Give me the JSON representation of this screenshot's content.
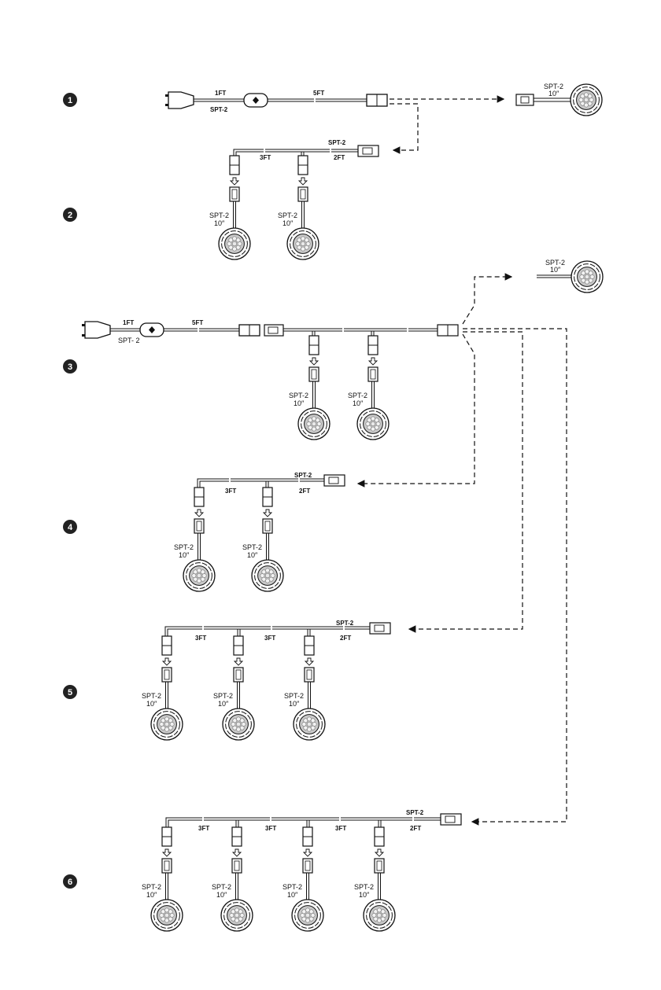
{
  "labels": {
    "spt": "SPT-2",
    "spt_alt": "SPT- 2",
    "len_1ft": "1FT",
    "len_5ft": "5FT",
    "len_3ft": "3FT",
    "len_2ft": "2FT",
    "len_10in": "10″"
  },
  "steps": [
    "1",
    "2",
    "3",
    "4",
    "5",
    "6"
  ],
  "colors": {
    "line": "#111111",
    "light_inner": "#bdbdbd",
    "badge": "#222222"
  }
}
